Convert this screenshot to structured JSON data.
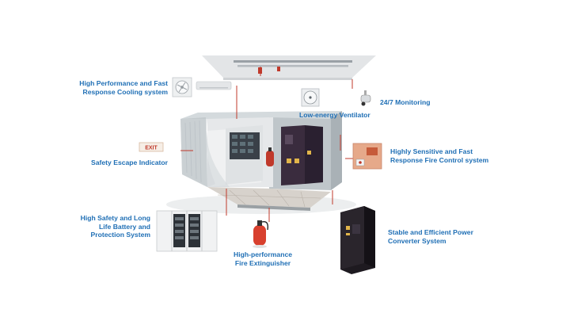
{
  "colors": {
    "label": "#1f6fb5",
    "leader": "#c0392b",
    "container": "#c9d0d4",
    "cabinet": "#2a2430"
  },
  "labels": {
    "cooling": "High Performance and Fast\nResponse Cooling system",
    "monitoring": "24/7 Monitoring",
    "ventilator": "Low-energy Ventilator",
    "escape": "Safety Escape Indicator",
    "fire_control": "Highly Sensitive and Fast\nResponse Fire Control system",
    "battery": "High Safety and Long\nLife Battery and\nProtection System",
    "extinguisher": "High-performance\nFire Extinguisher",
    "converter": "Stable and Efficient Power\nConverter System"
  },
  "exit_sign_text": "EXIT",
  "icons": [
    "air-conditioner-icon",
    "fan-icon",
    "ventilator-icon",
    "camera-icon",
    "exit-sign-icon",
    "fire-panel-icon",
    "fire-extinguisher-icon",
    "battery-rack-icon",
    "converter-cabinet-icon"
  ]
}
